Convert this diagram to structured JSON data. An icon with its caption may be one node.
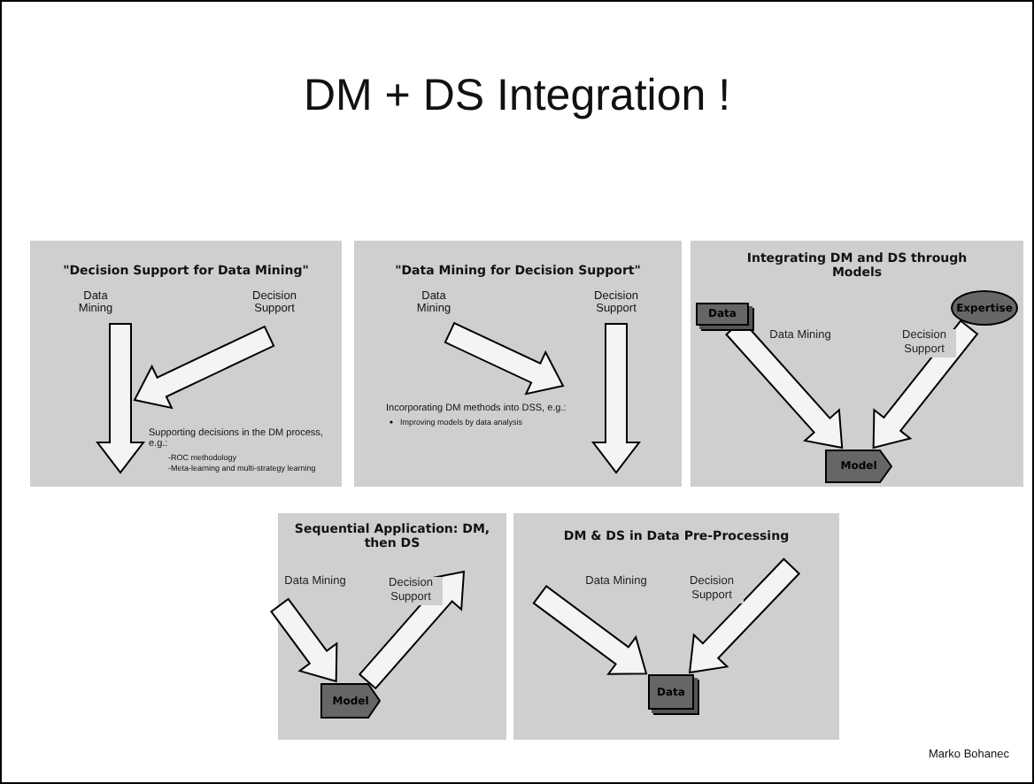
{
  "diagram": {
    "title": "DM + DS Integration !",
    "nodes": [
      {
        "text": [
          "\"Decision Support for Data Mining\"",
          "Data Mining",
          "Decision Support",
          "Supporting decisions in the DM process, e.g.:",
          "-ROC methodology",
          "-Meta-learning and multi-strategy learning"
        ]
      },
      {
        "text": [
          "\"Data Mining for Decision Support\"",
          "Data Mining",
          "Decision Support",
          "Incorporating DM methods into DSS, e.g.:",
          "Improving models by data analysis"
        ]
      },
      {
        "text": [
          "Integrating DM and DS through Models"
        ]
      },
      {
        "text": [
          "Data"
        ],
        "in": 2
      },
      {
        "text": [
          "Expertise"
        ],
        "in": 2
      },
      {
        "text": [
          "Model"
        ],
        "in": 2
      },
      {
        "text": [
          "Sequential Application: DM, then DS"
        ]
      },
      {
        "text": [
          "Model"
        ],
        "in": 6
      },
      {
        "text": [
          "DM & DS in Data Pre-Processing"
        ]
      },
      {
        "text": [
          "Data"
        ],
        "in": 8
      }
    ],
    "edges": [
      {
        "from": 3,
        "to": 5,
        "arrow": "to",
        "label": "Data Mining"
      },
      {
        "from": 4,
        "to": 5,
        "arrow": "to",
        "label": "Decision Support"
      },
      {
        "from": null,
        "to": 7,
        "arrow": "to",
        "label": "Data Mining"
      },
      {
        "from": 7,
        "to": null,
        "arrow": "to",
        "label": "Decision Support"
      },
      {
        "from": null,
        "to": 9,
        "arrow": "to",
        "label": "Data Mining"
      },
      {
        "from": null,
        "to": 9,
        "arrow": "to",
        "label": "Decision Support"
      }
    ],
    "labels": [
      "Marko Bohanec"
    ]
  }
}
